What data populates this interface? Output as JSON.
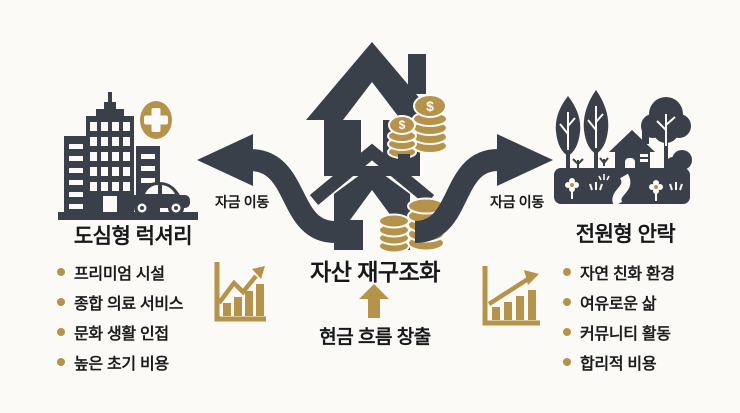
{
  "colors": {
    "background": "#fbfaf6",
    "icon_dark": "#3a4049",
    "accent_gold": "#b6934b",
    "text": "#17181b"
  },
  "center": {
    "title": "자산 재구조화",
    "subtitle": "현금 흐름 창출",
    "coin_symbol": "$"
  },
  "flow": {
    "left_label": "자금 이동",
    "right_label": "자금 이동"
  },
  "left_panel": {
    "title": "도심형 럭셔리",
    "items": [
      "프리미엄 시설",
      "종합 의료 서비스",
      "문화 생활 인접",
      "높은 초기 비용"
    ]
  },
  "right_panel": {
    "title": "전원형 안락",
    "items": [
      "자연 친화 환경",
      "여유로운 삶",
      "커뮤니티 활동",
      "합리적 비용"
    ]
  },
  "icons": {
    "left": [
      "city-buildings-icon",
      "medical-cross-icon",
      "car-icon",
      "growth-chart-icon"
    ],
    "center": [
      "house-up-arrow-icon",
      "coin-stack-icon",
      "curved-arrow-left-icon",
      "curved-arrow-right-icon",
      "gold-up-arrow-icon"
    ],
    "right": [
      "countryside-icon",
      "growth-chart-icon"
    ]
  }
}
